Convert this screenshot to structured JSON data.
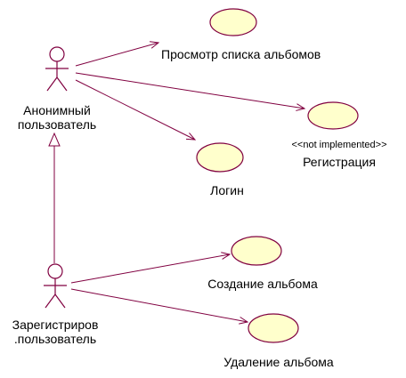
{
  "actors": [
    {
      "id": "anon",
      "name_lines": [
        "Анонимный",
        "пользователь"
      ]
    },
    {
      "id": "reg",
      "name_lines": [
        "Зарегистриров",
        ".пользователь"
      ]
    }
  ],
  "use_cases": [
    {
      "id": "uc-unnamed",
      "name": "",
      "stereotype": ""
    },
    {
      "id": "uc-view-albums",
      "name": "Просмотр списка альбомов",
      "stereotype": ""
    },
    {
      "id": "uc-registration",
      "name": "Регистрация",
      "stereotype": "<<not implemented>>"
    },
    {
      "id": "uc-login",
      "name": "Логин",
      "stereotype": ""
    },
    {
      "id": "uc-create-album",
      "name": "Создание альбома",
      "stereotype": ""
    },
    {
      "id": "uc-delete-album",
      "name": "Удаление альбома",
      "stereotype": ""
    }
  ],
  "associations": [
    {
      "from": "anon",
      "to": "uc-view-albums"
    },
    {
      "from": "anon",
      "to": "uc-registration"
    },
    {
      "from": "anon",
      "to": "uc-login"
    },
    {
      "from": "reg",
      "to": "uc-create-album"
    },
    {
      "from": "reg",
      "to": "uc-delete-album"
    }
  ],
  "generalizations": [
    {
      "child": "reg",
      "parent": "anon"
    }
  ],
  "colors": {
    "line": "#800040",
    "usecase_fill": "#ffffcc",
    "usecase_stroke": "#800040",
    "actor_stroke": "#800040",
    "text": "#000000"
  }
}
